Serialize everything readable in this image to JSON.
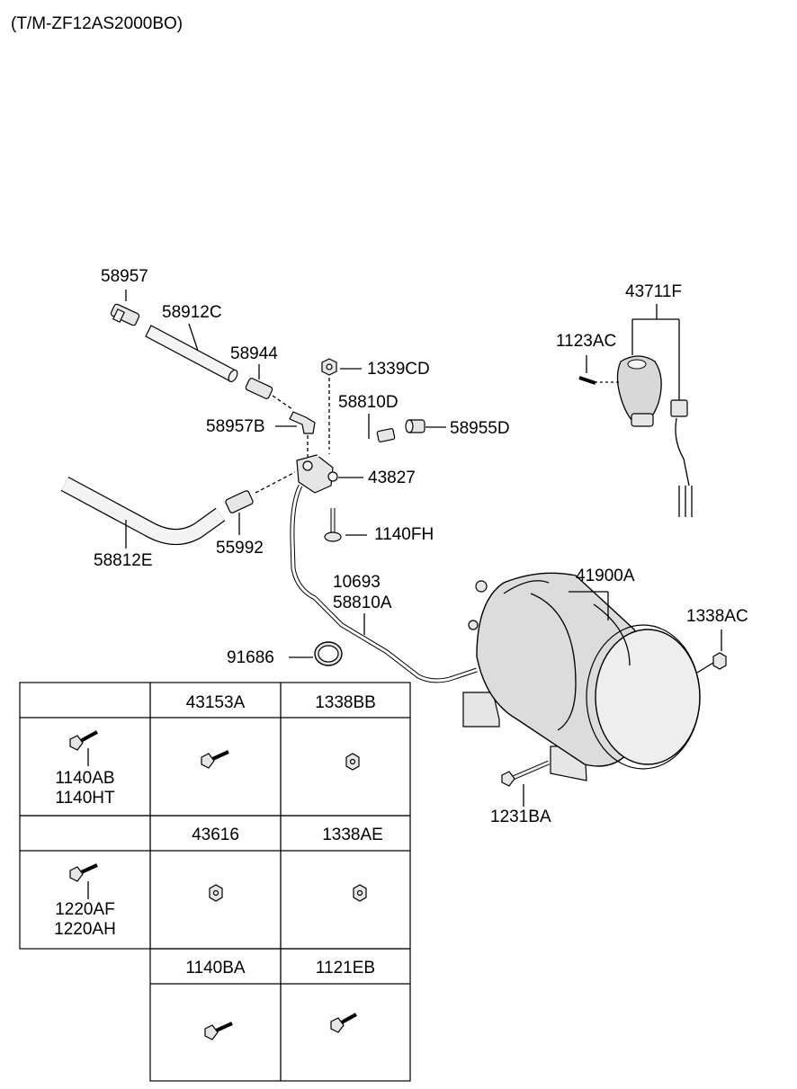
{
  "title": "(T/M-ZF12AS2000BO)",
  "callouts": {
    "p58957": "58957",
    "p58912C": "58912C",
    "p58944": "58944",
    "p1339CD": "1339CD",
    "p58810D": "58810D",
    "p58957B": "58957B",
    "p58955D": "58955D",
    "p43827": "43827",
    "p58812E": "58812E",
    "p55992": "55992",
    "p1140FH": "1140FH",
    "p10693": "10693",
    "p58810A": "58810A",
    "p91686": "91686",
    "p41900A": "41900A",
    "p1338AC": "1338AC",
    "p1231BA": "1231BA",
    "p43711F": "43711F",
    "p1123AC": "1123AC"
  },
  "table": {
    "row1_headers": [
      "",
      "43153A",
      "1338BB"
    ],
    "row1_left": [
      "1140AB",
      "1140HT"
    ],
    "row2_headers": [
      "",
      "43616",
      "1338AE"
    ],
    "row2_left": [
      "1220AF",
      "1220AH"
    ],
    "row3_headers": [
      "1140BA",
      "1121EB"
    ]
  }
}
